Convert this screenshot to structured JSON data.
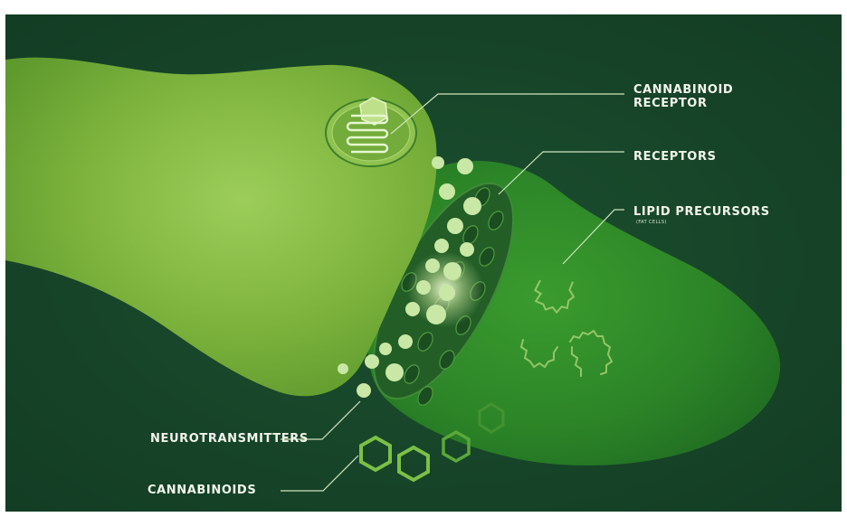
{
  "labels": {
    "cannabinoid_receptor": [
      "CANNABINOID",
      "RECEPTOR"
    ],
    "receptors": "RECEPTORS",
    "lipid_precursors": "LIPID PRECURSORS",
    "lipid_precursors_sub": "(FAT CELLS)",
    "neurotransmitters": "NEUROTRANSMITTERS",
    "cannabinoids": "CANNABINOIDS"
  },
  "colors": {
    "background": "#17452a",
    "presynaptic": "#7fb53e",
    "postsynaptic": "#2f8a2a",
    "vesicle": "#c9e7a5",
    "label": "#f2f5ea",
    "leader_line": "#cfe3bd"
  }
}
